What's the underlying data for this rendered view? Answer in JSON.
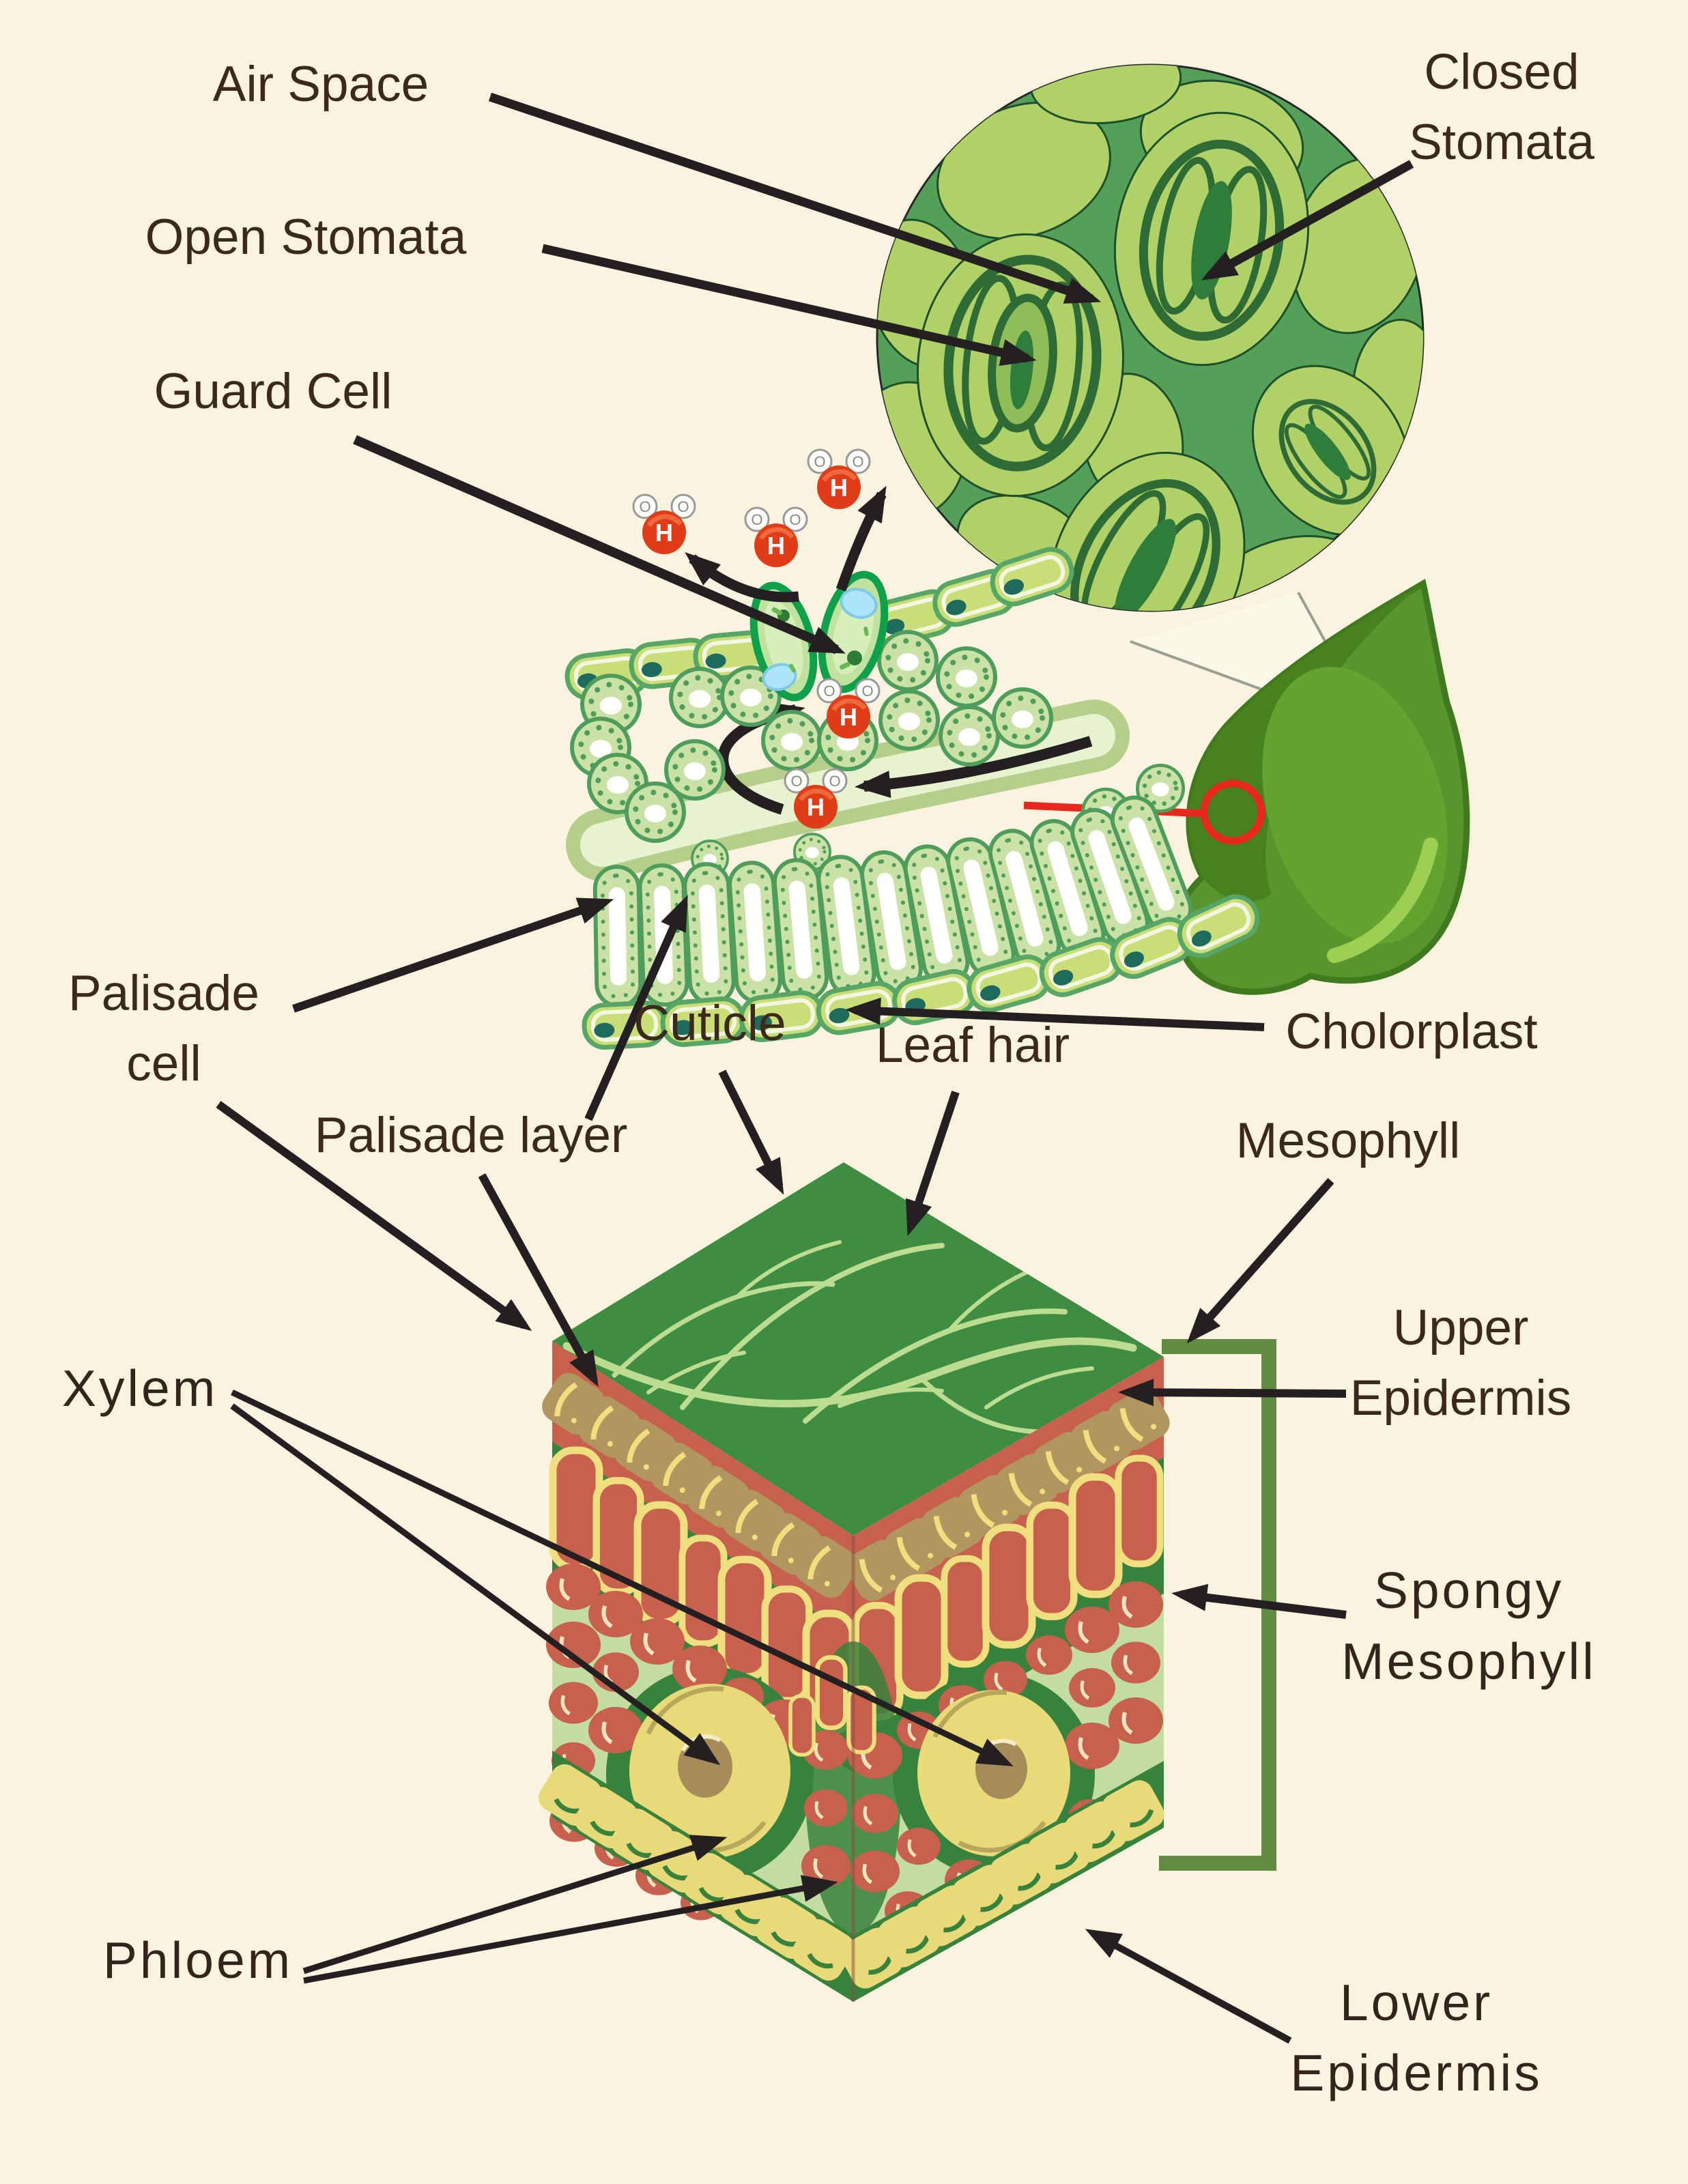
{
  "labels": {
    "air_space": "Air Space",
    "open_stomata": "Open Stomata",
    "guard_cell": "Guard Cell",
    "closed_stomata": {
      "line1": "Closed",
      "line2": "Stomata"
    },
    "palisade_cell": {
      "line1": "Palisade",
      "line2": "cell"
    },
    "palisade_layer": "Palisade layer",
    "cuticle": "Cuticle",
    "leaf_hair": "Leaf hair",
    "chloroplast": "Cholorplast",
    "mesophyll": "Mesophyll",
    "upper_epidermis": {
      "line1": "Upper",
      "line2": "Epidermis"
    },
    "xylem": "Xylem",
    "spongy_mesophyll": {
      "line1": "Spongy",
      "line2": "Mesophyll"
    },
    "phloem": "Phloem",
    "lower_epidermis": {
      "line1": "Lower",
      "line2": "Epidermis"
    }
  },
  "molecule": {
    "hydrogen": "H",
    "oxygen": "O"
  },
  "colors": {
    "background": "#FAF3E0",
    "label_text": "#3B2A1B",
    "arrow_black": "#242021",
    "highlight_red": "#E8281E",
    "circle_cell_green": "#AFD168",
    "circle_gap_green": "#55A058",
    "stoma_outline": "#2E6B35",
    "leaf_green": "#57962C",
    "vein_band": "#B5CF8B",
    "vein_band_inner": "#E7F2CF",
    "cell_fill": "#CBE2A6",
    "cell_outline": "#4F9D5C",
    "epidermis_fill": "#CADE77",
    "nucleus_teal": "#1E6B5E",
    "guard_cell_green": "#0FA04A",
    "vacuole_blue": "#AEE4F8",
    "water_red": "#E03C18",
    "block_top_green": "#3F8C43",
    "block_vein_green": "#BCDD90",
    "block_red": "#C7604C",
    "block_tan": "#B29660",
    "block_yellow_outline": "#EFDF7E",
    "block_dark_green": "#37823C",
    "block_spongy_bg": "#C2DCA2",
    "bundle_yellow": "#E8DA79",
    "bundle_tan": "#A58C58",
    "bracket_green": "#5F8C3F"
  }
}
